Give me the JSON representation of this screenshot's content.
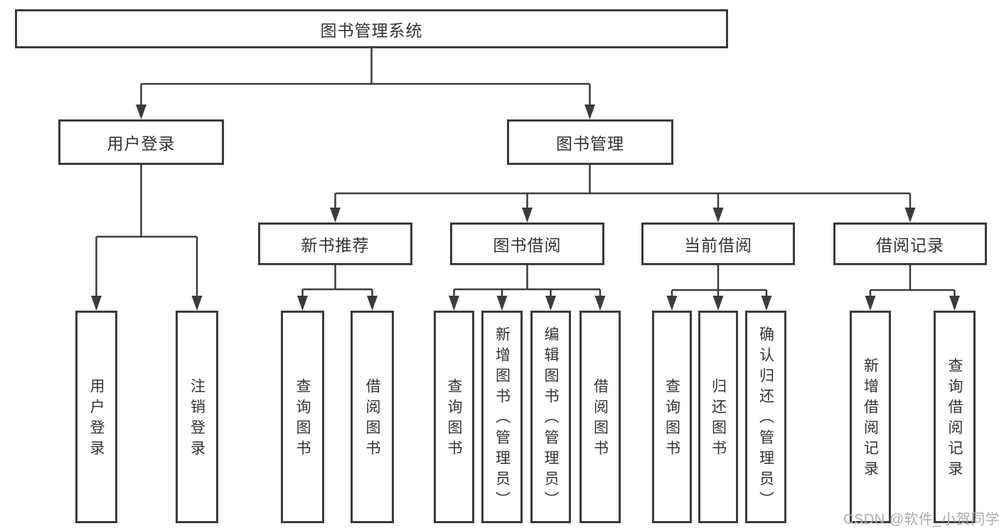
{
  "diagram": {
    "root": "图书管理系统",
    "level2": {
      "user_login": "用户登录",
      "book_management": "图书管理"
    },
    "level3": {
      "new_book_recommend": "新书推荐",
      "book_borrow": "图书借阅",
      "current_borrow": "当前借阅",
      "borrow_records": "借阅记录"
    },
    "leaves": {
      "user_login": [
        "用户登录",
        "注销登录"
      ],
      "new_book_recommend": [
        "查询图书",
        "借阅图书"
      ],
      "book_borrow": [
        "查询图书",
        "新增图书（管理员）",
        "编辑图书（管理员）",
        "借阅图书"
      ],
      "current_borrow": [
        "查询图书",
        "归还图书",
        "确认归还（管理员）"
      ],
      "borrow_records": [
        "新增借阅记录",
        "查询借阅记录"
      ]
    }
  },
  "watermark": "CSDN @软件_小贺同学",
  "colors": {
    "line": "#3b3b3b",
    "text": "#333333",
    "watermark": "#acabb0",
    "background": "#ffffff"
  }
}
